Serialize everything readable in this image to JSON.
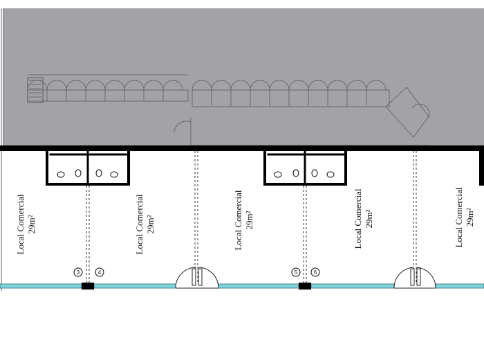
{
  "units": [
    {
      "name": "Local Comercial",
      "area": "29m²"
    },
    {
      "name": "Local Comercial",
      "area": "29m²"
    },
    {
      "name": "Local Comercial",
      "area": "29m²"
    },
    {
      "name": "Local Comercial",
      "area": "29m²"
    },
    {
      "name": "Local Comercial",
      "area": "29m²"
    }
  ],
  "markers": [
    "3",
    "4",
    "5",
    "6"
  ],
  "colors": {
    "gallery_fill": "#a3a3a7",
    "glass": "#7ed3dd",
    "wall": "#000000",
    "line": "#222222"
  }
}
